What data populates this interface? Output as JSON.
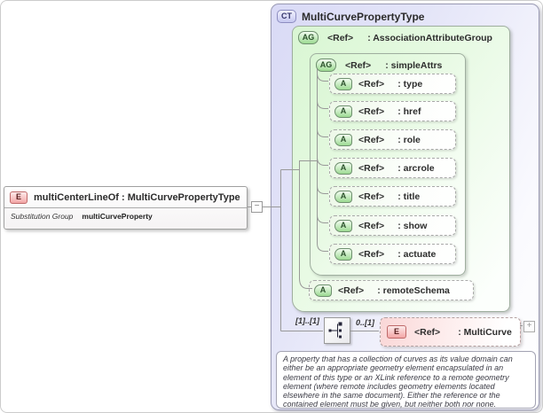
{
  "element": {
    "badge": "E",
    "title": "multiCenterLineOf : MultiCurvePropertyType",
    "substitution_label": "Substitution Group",
    "substitution_value": "multiCurveProperty"
  },
  "icons": {
    "collapse_glyph": "−",
    "expand_glyph": "+",
    "compositor": "sequence-compositor-icon"
  },
  "complex_type": {
    "badge": "CT",
    "title": "MultiCurvePropertyType",
    "association_group": {
      "badge": "AG",
      "ref": "<Ref>",
      "name": ": AssociationAttributeGroup",
      "simple_attrs": {
        "badge": "AG",
        "ref": "<Ref>",
        "name": ": simpleAttrs",
        "attributes": [
          {
            "badge": "A",
            "ref": "<Ref>",
            "name": ": type"
          },
          {
            "badge": "A",
            "ref": "<Ref>",
            "name": ": href"
          },
          {
            "badge": "A",
            "ref": "<Ref>",
            "name": ": role"
          },
          {
            "badge": "A",
            "ref": "<Ref>",
            "name": ": arcrole"
          },
          {
            "badge": "A",
            "ref": "<Ref>",
            "name": ": title"
          },
          {
            "badge": "A",
            "ref": "<Ref>",
            "name": ": show"
          },
          {
            "badge": "A",
            "ref": "<Ref>",
            "name": ": actuate"
          }
        ]
      },
      "remote_schema": {
        "badge": "A",
        "ref": "<Ref>",
        "name": ": remoteSchema"
      }
    },
    "sequence": {
      "cardinality_left": "[1]..[1]",
      "cardinality_right": "0..[1]"
    },
    "multi_curve": {
      "badge": "E",
      "ref": "<Ref>",
      "name": ": MultiCurve"
    },
    "documentation": "A property that has a collection of curves as its value domain can either be an appropriate geometry element encapsulated in an element of this type or an XLink reference to a remote geometry element (where remote includes geometry elements located elsewhere in the same document). Either the reference or the contained element must be given, but neither both nor none."
  },
  "colors": {
    "complex_type_fill": "#d9daf6",
    "complex_type_border": "#9b9bb4",
    "group_fill": "#d9f6d3",
    "group_border": "#9fae9f",
    "attribute_dash_border": "#a9a9a9",
    "element_badge_fill": "#f3a6a6",
    "element_badge_border": "#bf6a6a",
    "optional_element_fill": "#fad7d7",
    "connector": "#999999"
  }
}
